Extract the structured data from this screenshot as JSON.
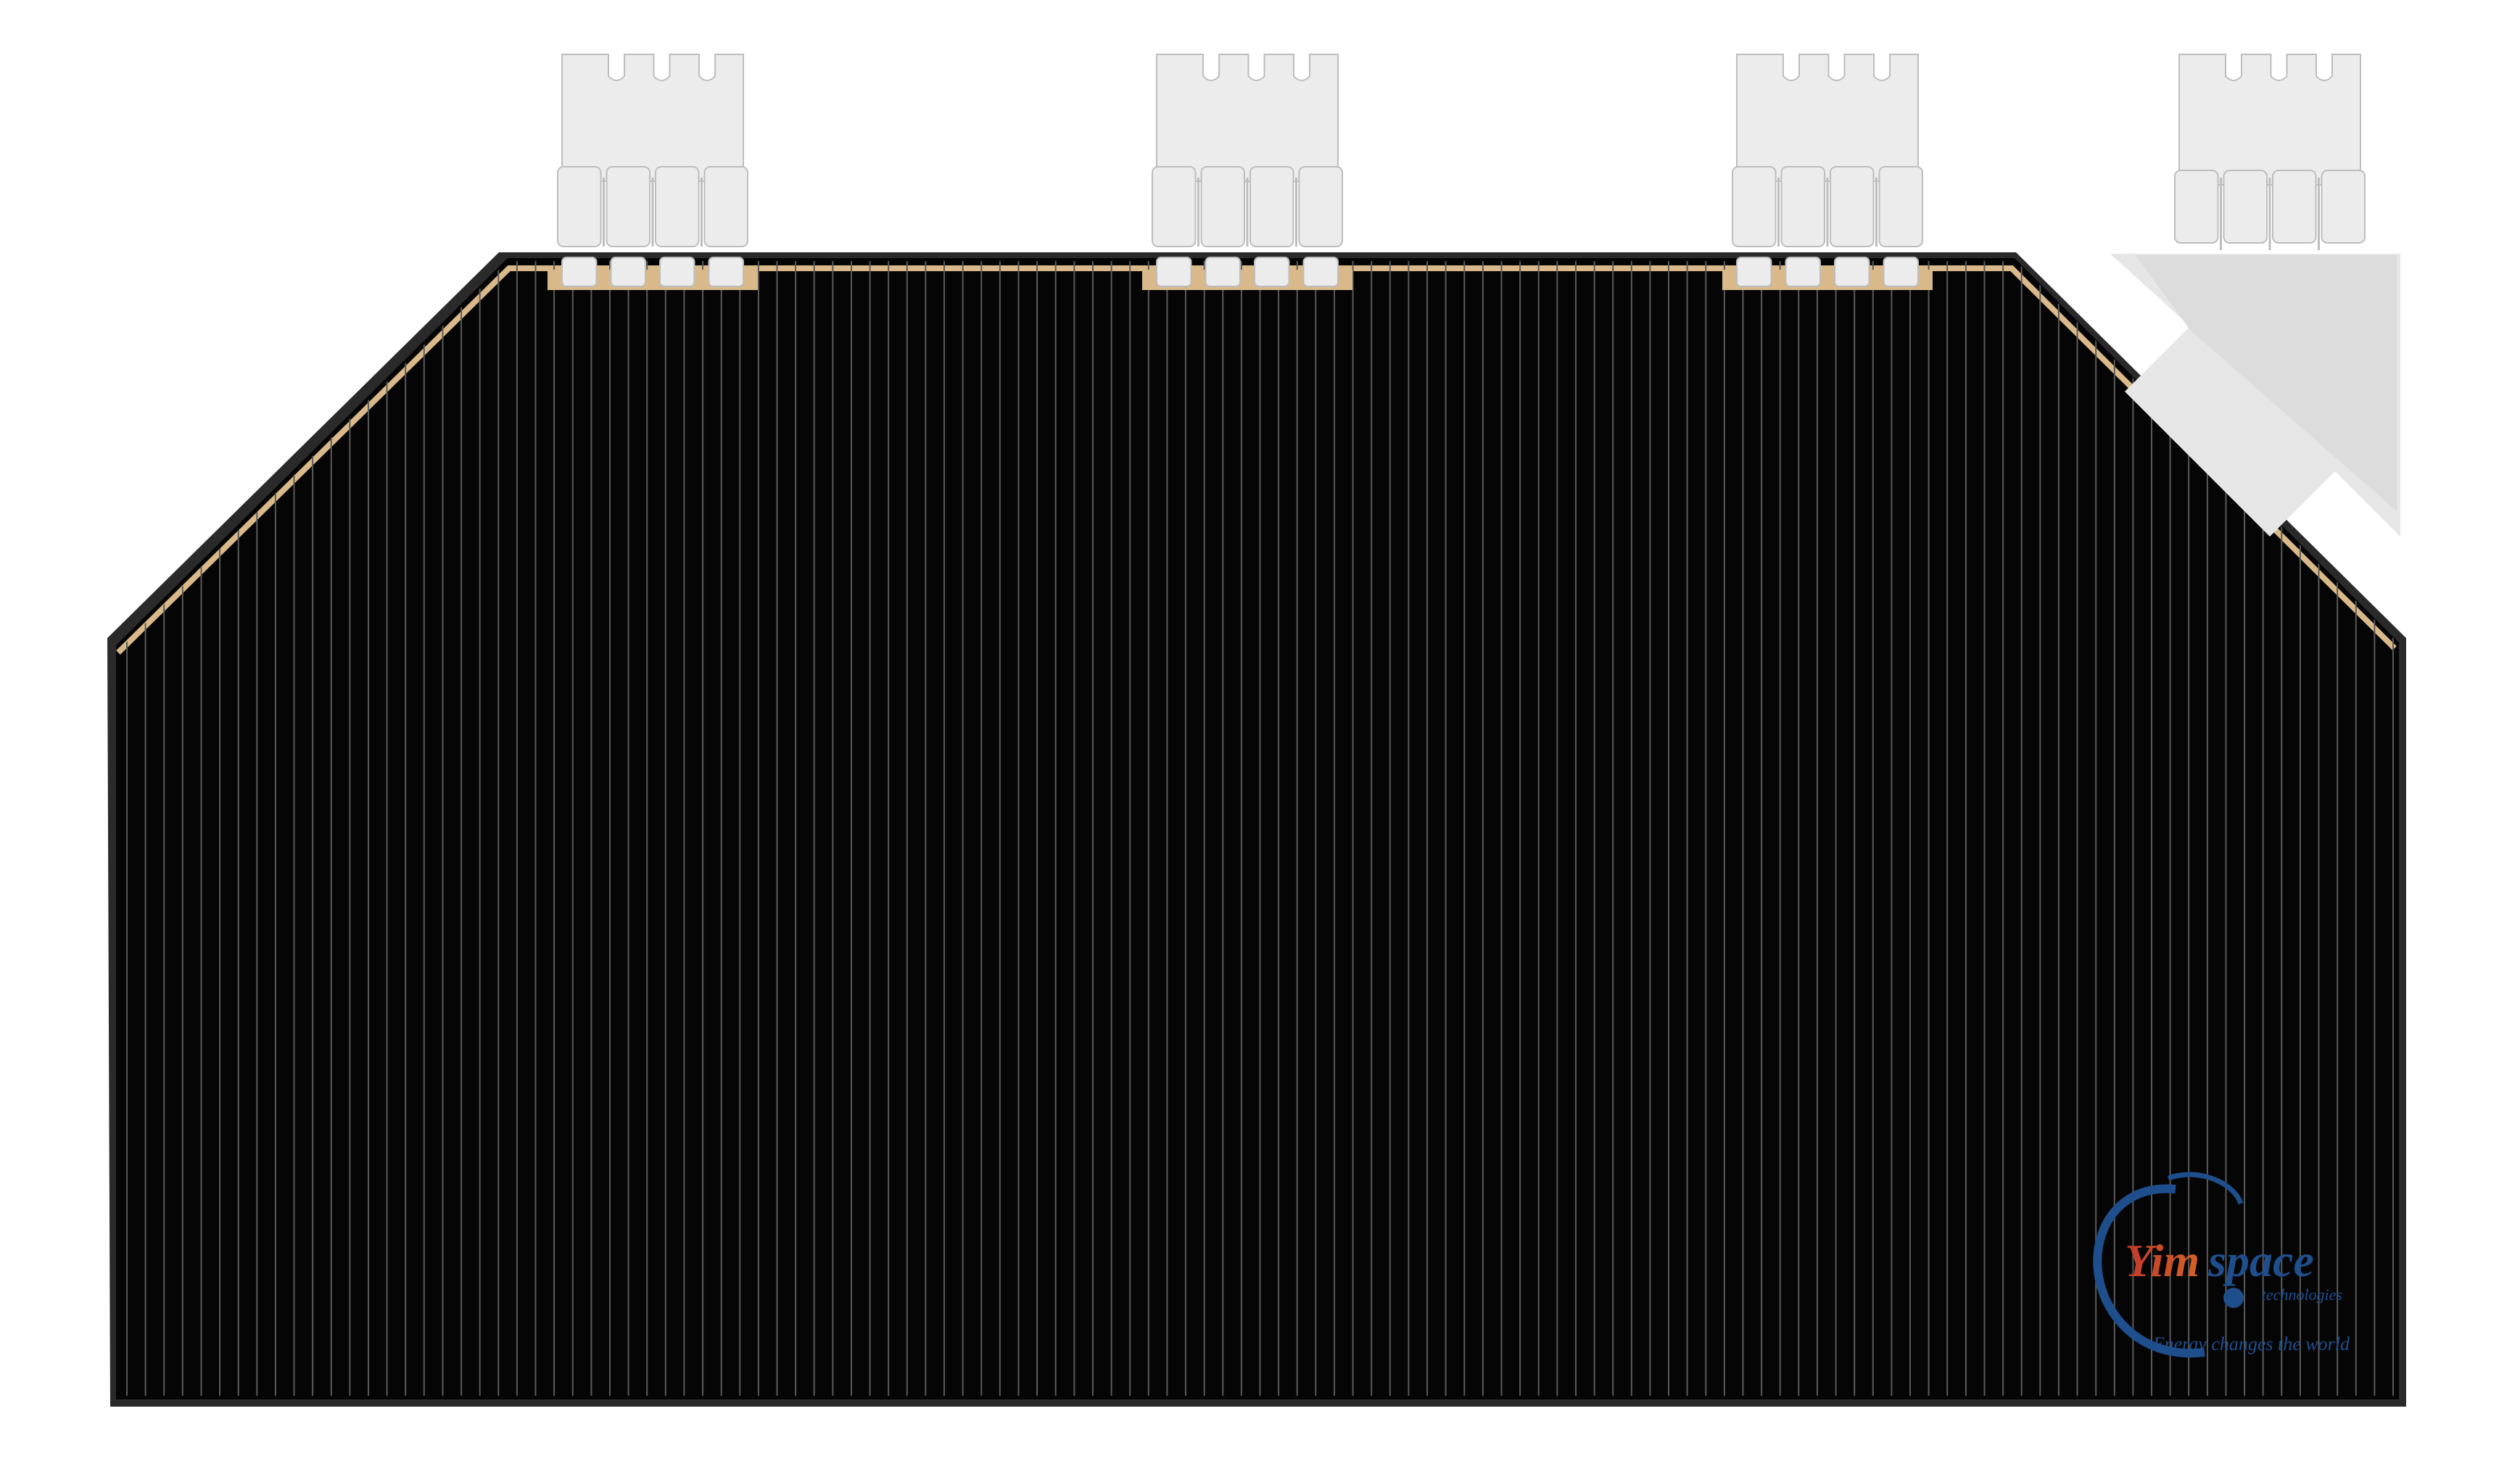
{
  "product": {
    "panel_color": "#050505",
    "panel_edge_color": "#2a2a2a",
    "stripe_color": "#5a5a5a",
    "bus_bar_color": "#d9b98a",
    "tab_color": "#ececec",
    "tab_outline_color": "#bdbdbd",
    "tab_count": 4,
    "cell_stripe_count": 122
  },
  "logo": {
    "brand_part1": "Yim",
    "brand_part2": "space",
    "subtitle": "technologies",
    "tagline": "Energy changes the world",
    "brand_color_1": "#c0392b",
    "brand_color_2": "#f0a020",
    "text_color": "#1f4e8c",
    "swirl_color": "#1f4e8c"
  }
}
